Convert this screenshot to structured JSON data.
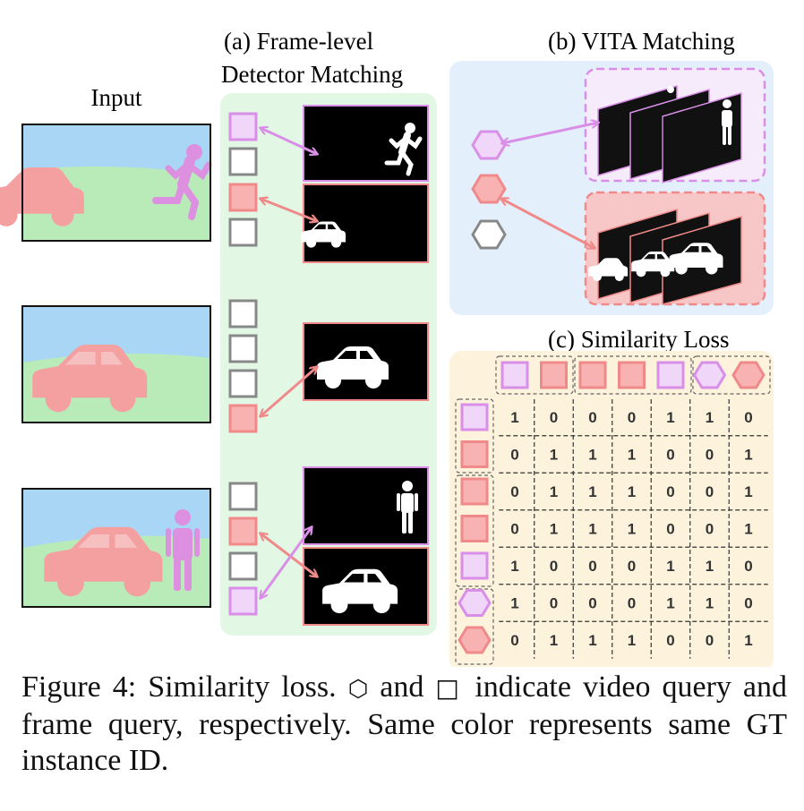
{
  "labels": {
    "input": "Input",
    "frame_level_line1": "(a) Frame-level",
    "frame_level_line2": "Detector Matching",
    "vita_matching": "(b) VITA Matching",
    "similarity_loss": "(c) Similarity Loss"
  },
  "caption": {
    "part1": "Figure 4: Similarity loss. ",
    "hex_symbol": "⬡",
    "part2": " and ",
    "square_symbol": "□",
    "part3": " indicate video query and frame query, respectively. Same color represents same GT instance ID."
  },
  "colors": {
    "pink": "#f08a8a",
    "pink_fill": "#f9b2b2",
    "violet": "#d98fe8",
    "violet_fill": "#f0d6f8",
    "gray": "#888888",
    "panel_green": "#e2f7e4",
    "panel_blue": "#e3f0fc",
    "panel_yellow": "#fdf3dc"
  },
  "matrix": {
    "col_queries": [
      "violet-square",
      "pink-square",
      "pink-square",
      "pink-square",
      "violet-square",
      "violet-hex",
      "pink-hex"
    ],
    "row_queries": [
      "violet-square",
      "pink-square",
      "pink-square",
      "pink-square",
      "violet-square",
      "violet-hex",
      "pink-hex"
    ],
    "rows": [
      [
        1,
        0,
        0,
        0,
        1,
        1,
        0
      ],
      [
        0,
        1,
        1,
        1,
        0,
        0,
        1
      ],
      [
        0,
        1,
        1,
        1,
        0,
        0,
        1
      ],
      [
        0,
        1,
        1,
        1,
        0,
        0,
        1
      ],
      [
        1,
        0,
        0,
        0,
        1,
        1,
        0
      ],
      [
        1,
        0,
        0,
        0,
        1,
        1,
        0
      ],
      [
        0,
        1,
        1,
        1,
        0,
        0,
        1
      ]
    ]
  }
}
